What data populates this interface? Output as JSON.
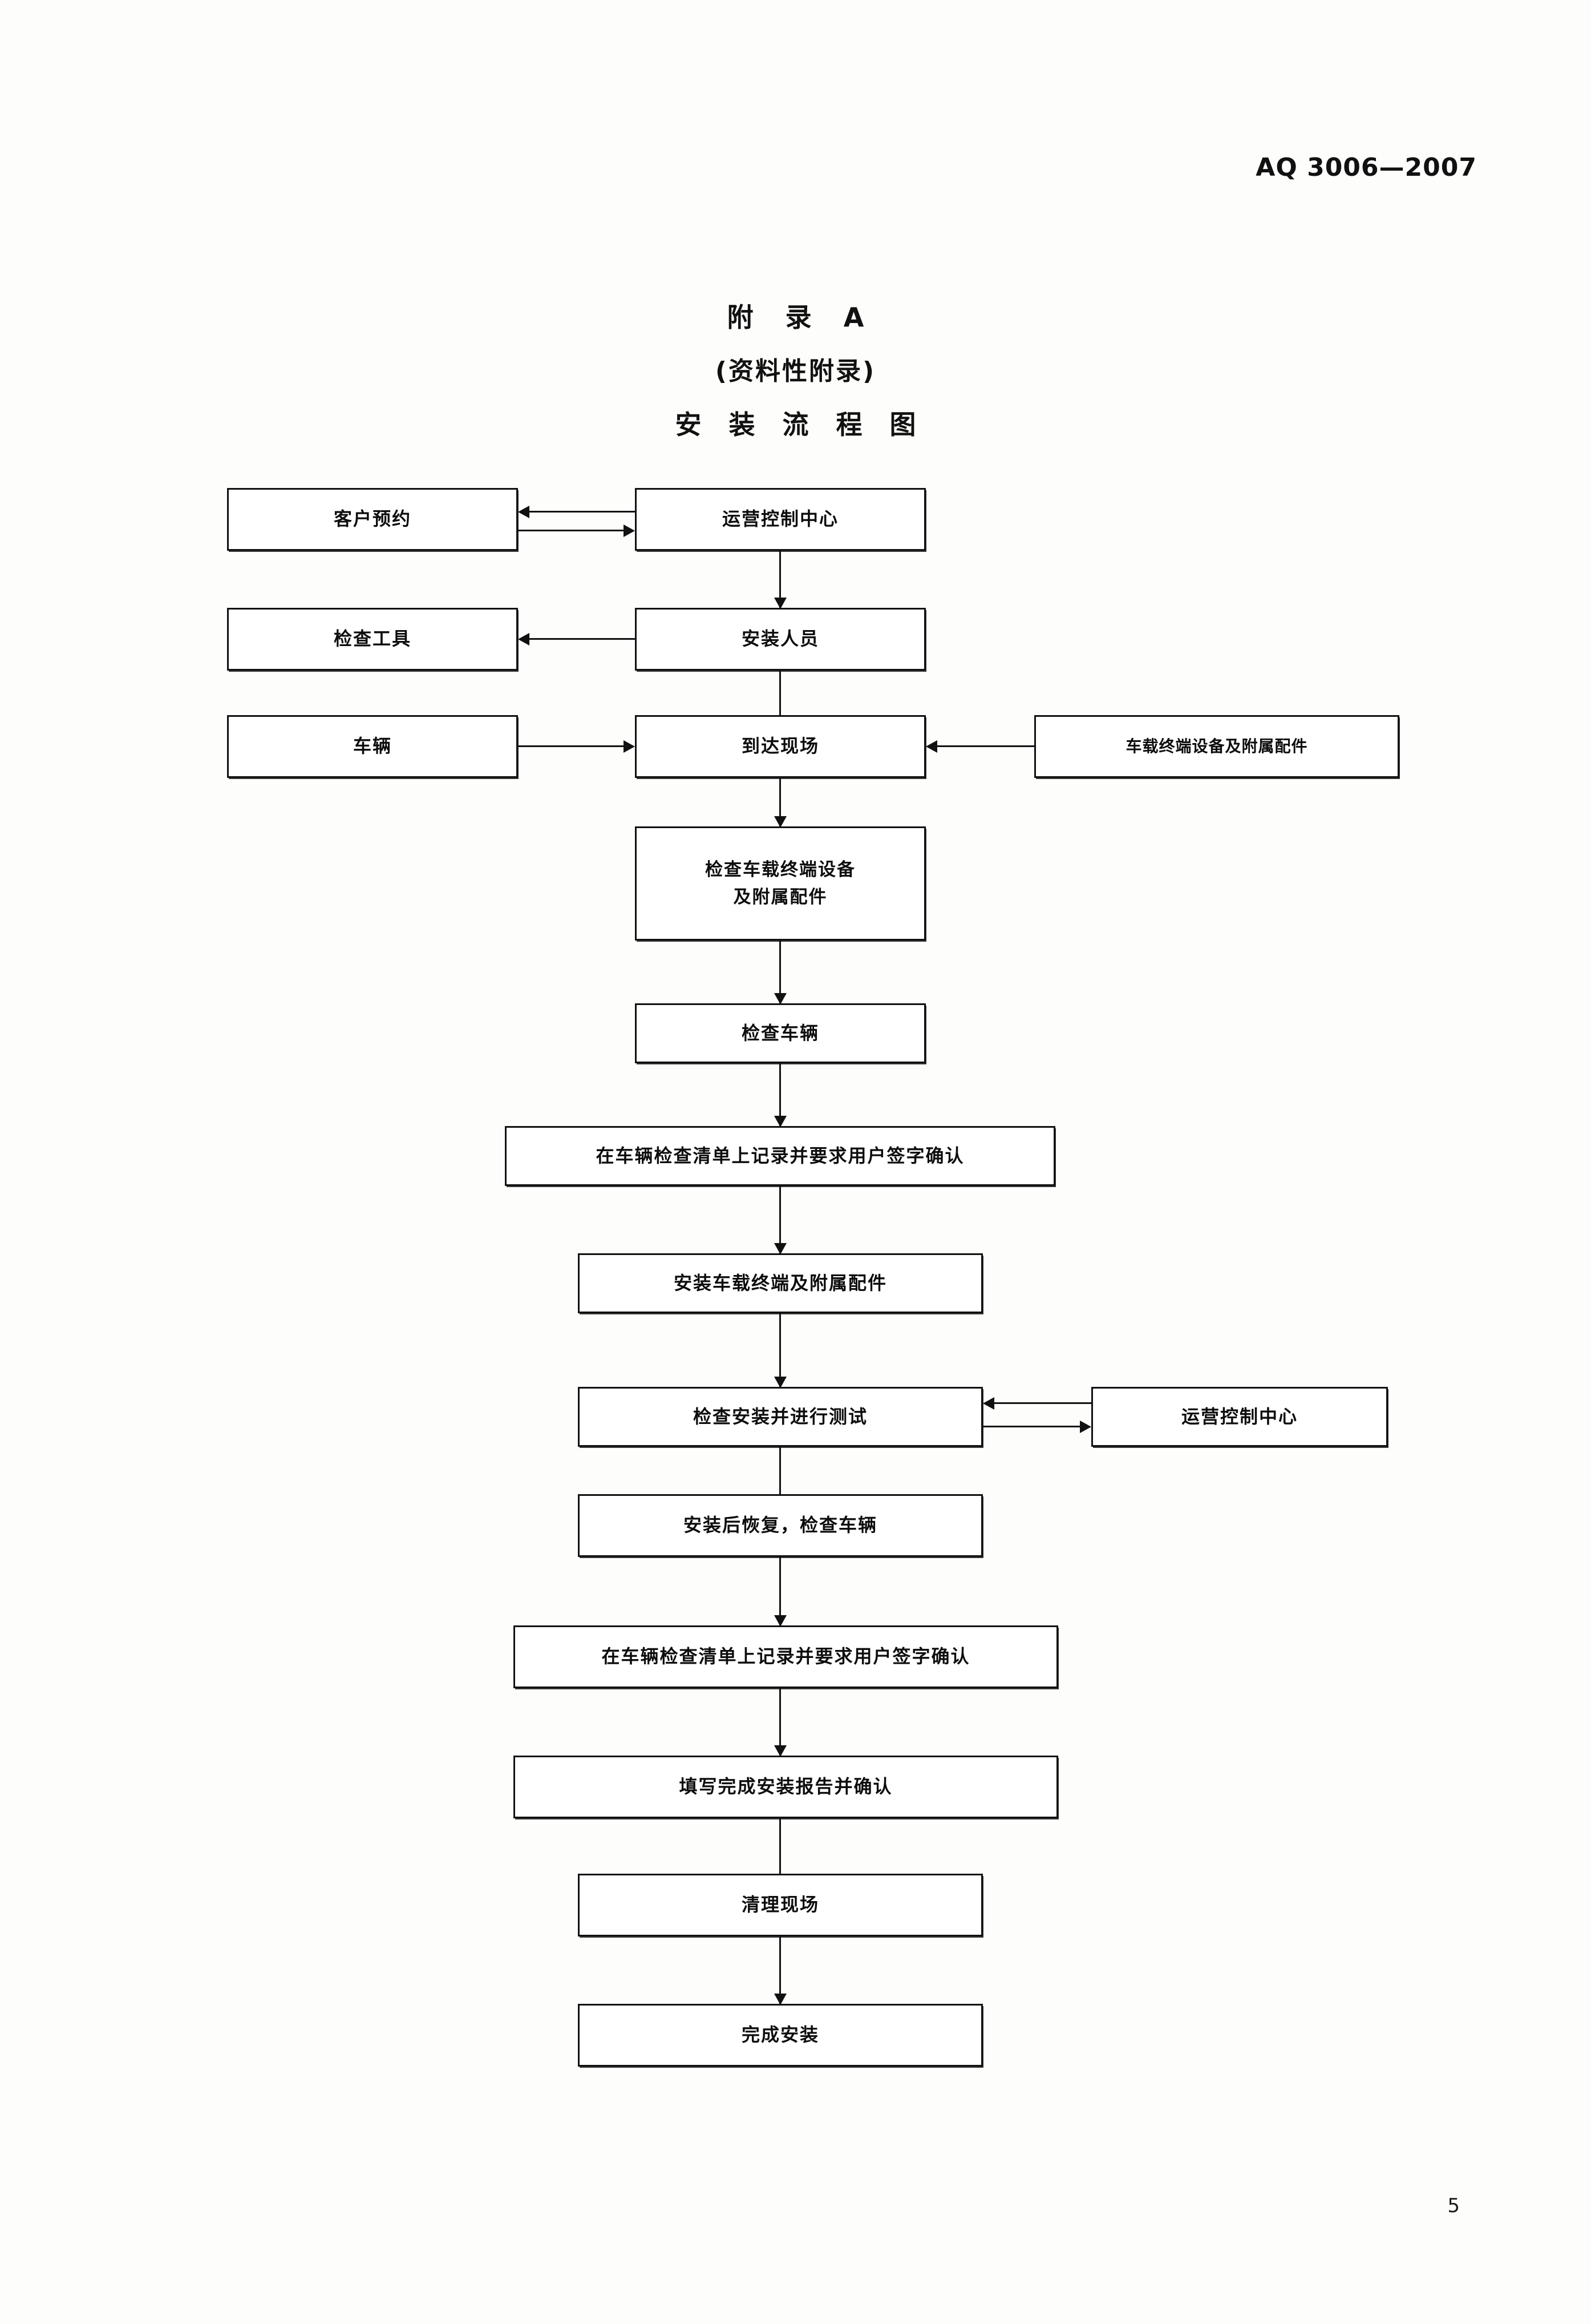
{
  "document": {
    "standard_code": "AQ 3006—2007",
    "page_number": "5"
  },
  "title": {
    "annex": "附 录 A",
    "subtitle": "(资料性附录)",
    "name": "安 装 流 程 图"
  },
  "flowchart": {
    "type": "flowchart",
    "nodes": [
      {
        "id": "n1",
        "label": "客户预约"
      },
      {
        "id": "n2",
        "label": "运营控制中心"
      },
      {
        "id": "n3",
        "label": "检查工具"
      },
      {
        "id": "n4",
        "label": "安装人员"
      },
      {
        "id": "n5",
        "label": "车辆"
      },
      {
        "id": "n6",
        "label": "到达现场"
      },
      {
        "id": "n7",
        "label": "车载终端设备及附属配件"
      },
      {
        "id": "n8",
        "label_line1": "检查车载终端设备",
        "label_line2": "及附属配件"
      },
      {
        "id": "n9",
        "label": "检查车辆"
      },
      {
        "id": "n10",
        "label": "在车辆检查清单上记录并要求用户签字确认"
      },
      {
        "id": "n11",
        "label": "安装车载终端及附属配件"
      },
      {
        "id": "n12",
        "label": "检查安装并进行测试"
      },
      {
        "id": "n13",
        "label": "运营控制中心"
      },
      {
        "id": "n14",
        "label": "安装后恢复，检查车辆"
      },
      {
        "id": "n15",
        "label": "在车辆检查清单上记录并要求用户签字确认"
      },
      {
        "id": "n16",
        "label": "填写完成安装报告并确认"
      },
      {
        "id": "n17",
        "label": "清理现场"
      },
      {
        "id": "n18",
        "label": "完成安装"
      }
    ],
    "edges": [
      {
        "from": "n2",
        "to": "n1",
        "direction": "left"
      },
      {
        "from": "n1",
        "to": "n2",
        "direction": "right"
      },
      {
        "from": "n2",
        "to": "n4",
        "direction": "down"
      },
      {
        "from": "n4",
        "to": "n3",
        "direction": "left"
      },
      {
        "from": "n4",
        "to": "n6",
        "direction": "down"
      },
      {
        "from": "n5",
        "to": "n6",
        "direction": "right"
      },
      {
        "from": "n7",
        "to": "n6",
        "direction": "left"
      },
      {
        "from": "n6",
        "to": "n8",
        "direction": "down"
      },
      {
        "from": "n8",
        "to": "n9",
        "direction": "down"
      },
      {
        "from": "n9",
        "to": "n10",
        "direction": "down"
      },
      {
        "from": "n10",
        "to": "n11",
        "direction": "down"
      },
      {
        "from": "n11",
        "to": "n12",
        "direction": "down"
      },
      {
        "from": "n13",
        "to": "n12",
        "direction": "left"
      },
      {
        "from": "n12",
        "to": "n13",
        "direction": "right"
      },
      {
        "from": "n12",
        "to": "n14",
        "direction": "down"
      },
      {
        "from": "n14",
        "to": "n15",
        "direction": "down"
      },
      {
        "from": "n15",
        "to": "n16",
        "direction": "down"
      },
      {
        "from": "n16",
        "to": "n17",
        "direction": "down"
      },
      {
        "from": "n17",
        "to": "n18",
        "direction": "down"
      }
    ]
  }
}
